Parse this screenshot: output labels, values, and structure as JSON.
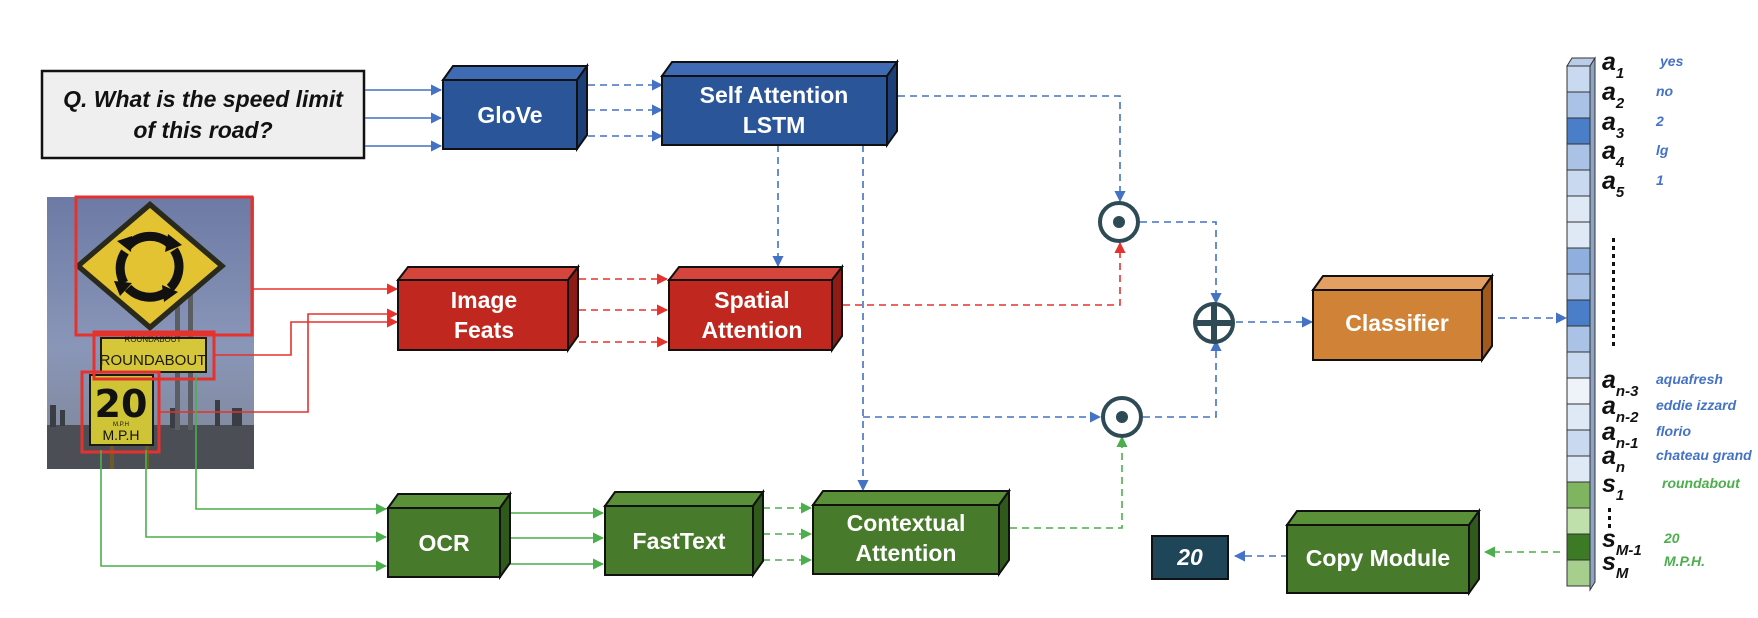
{
  "question": {
    "line1": "Q. What is the speed limit",
    "line2": "of this road?"
  },
  "sign": {
    "roundabout_small": "ROUNDABOUT",
    "roundabout_big": "ROUNDABOUT",
    "speed_number": "20",
    "mph_small": "M.P.H",
    "mph": "M.P.H"
  },
  "blocks": {
    "glove": "GloVe",
    "self_attention_line1": "Self Attention",
    "self_attention_line2": "LSTM",
    "image_feats_line1": "Image",
    "image_feats_line2": "Feats",
    "spatial_attention_line1": "Spatial",
    "spatial_attention_line2": "Attention",
    "ocr": "OCR",
    "fasttext": "FastText",
    "contextual_attention_line1": "Contextual",
    "contextual_attention_line2": "Attention",
    "classifier": "Classifier",
    "copy_module": "Copy Module",
    "output_answer": "20"
  },
  "answer_vector": {
    "rows": [
      {
        "base": "a",
        "sub": "1",
        "word": "yes"
      },
      {
        "base": "a",
        "sub": "2",
        "word": "no"
      },
      {
        "base": "a",
        "sub": "3",
        "word": "2"
      },
      {
        "base": "a",
        "sub": "4",
        "word": "lg"
      },
      {
        "base": "a",
        "sub": "5",
        "word": "1"
      },
      {
        "base": "a",
        "sub": "n-3",
        "word": "aquafresh"
      },
      {
        "base": "a",
        "sub": "n-2",
        "word": "eddie izzard"
      },
      {
        "base": "a",
        "sub": "n-1",
        "word": "florio"
      },
      {
        "base": "a",
        "sub": "n",
        "word": "chateau grand"
      },
      {
        "base": "s",
        "sub": "1",
        "word": "roundabout"
      },
      {
        "base": "s",
        "sub": "M-1",
        "word": "20"
      },
      {
        "base": "s",
        "sub": "M",
        "word": "M.P.H."
      }
    ]
  },
  "colors": {
    "blue_block": "#2a5599",
    "red_block": "#c0281f",
    "green_block": "#477a2b",
    "orange_block": "#d08236",
    "teal_block": "#1f4558",
    "blue_line": "#4472c4",
    "red_line": "#e5322d",
    "green_line": "#4cae4c",
    "blue_text": "#4472c4",
    "green_text": "#4cae4c"
  },
  "icons": [
    "hadamard-product-icon",
    "hadamard-product-icon",
    "sum-plus-icon"
  ]
}
